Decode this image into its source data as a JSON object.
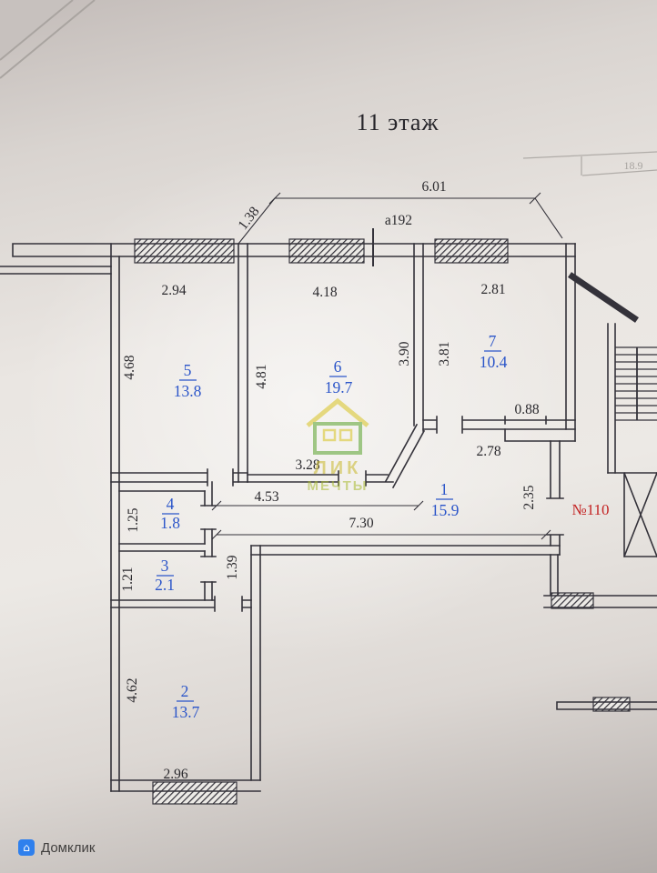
{
  "meta": {
    "title": "11 этаж",
    "brand": "Домклик",
    "unit_number": "№110",
    "axis_label": "а192",
    "adjacent_label": "18.9"
  },
  "watermark": {
    "line1": "ЛИК",
    "line2": "МЕЧТЫ"
  },
  "rooms": [
    {
      "num": "1",
      "area": "15.9"
    },
    {
      "num": "2",
      "area": "13.7"
    },
    {
      "num": "3",
      "area": "2.1"
    },
    {
      "num": "4",
      "area": "1.8"
    },
    {
      "num": "5",
      "area": "13.8"
    },
    {
      "num": "6",
      "area": "19.7"
    },
    {
      "num": "7",
      "area": "10.4"
    }
  ],
  "dims": {
    "d601": "6.01",
    "d138": "1.38",
    "d294": "2.94",
    "d418": "4.18",
    "d281": "2.81",
    "d468": "4.68",
    "d481": "4.81",
    "d390": "3.90",
    "d381": "3.81",
    "d088": "0.88",
    "d278": "2.78",
    "d235": "2.35",
    "d328": "3.28",
    "d453": "4.53",
    "d730": "7.30",
    "d125": "1.25",
    "d121": "1.21",
    "d139": "1.39",
    "d462": "4.62",
    "d296": "2.96"
  },
  "colors": {
    "room_label": "#2b55c9",
    "unit_number": "#c32323",
    "ink": "#34323a",
    "watermark_green": "#5aa32d",
    "watermark_yellow": "#d8c322",
    "brand_blue": "#2f80ed"
  }
}
